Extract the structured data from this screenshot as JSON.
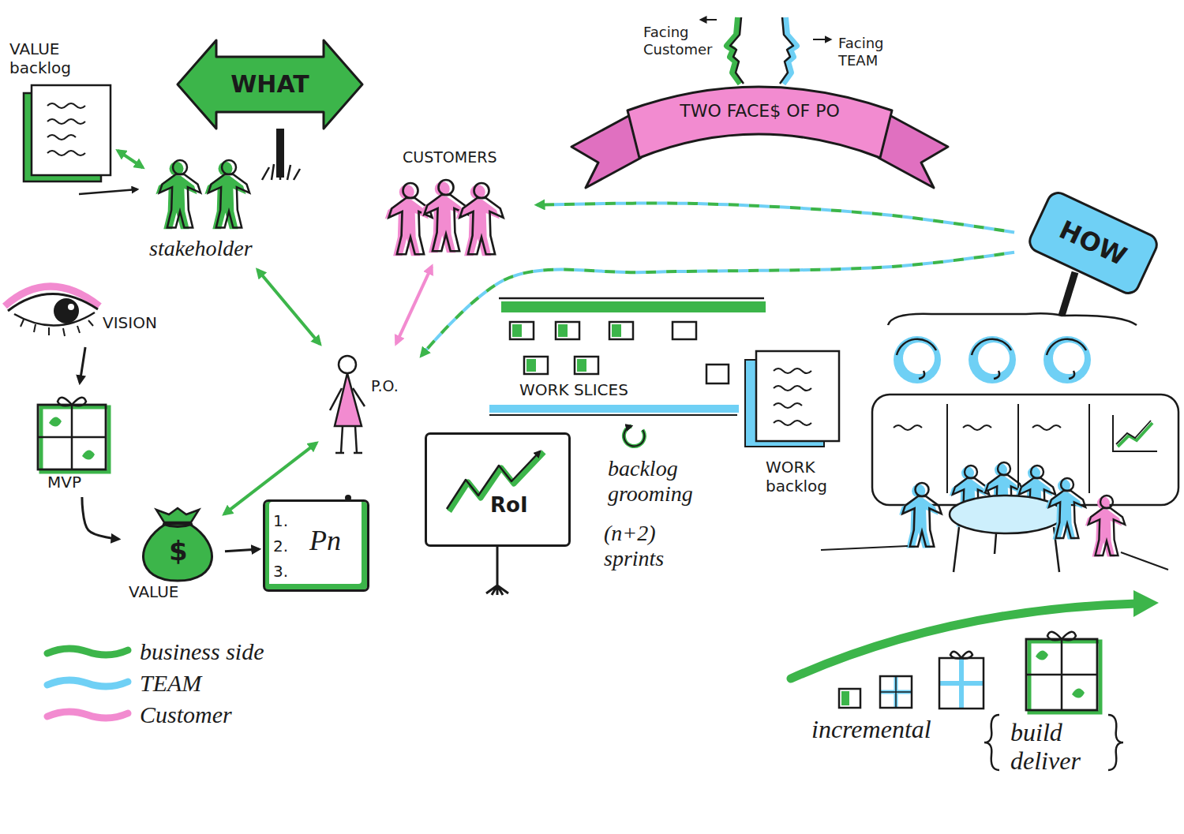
{
  "diagram": {
    "nodes": [
      {
        "text": [
          "VALUE backlog"
        ]
      },
      {
        "text": [
          "WHAT"
        ]
      },
      {
        "text": [
          "TWO FACE$ OF PO"
        ]
      },
      {
        "text": [
          "stakeholder"
        ]
      },
      {
        "text": [
          "CUSTOMERS"
        ]
      },
      {
        "text": [
          "HOW"
        ]
      },
      {
        "text": [
          "VISION"
        ]
      },
      {
        "text": [
          "P.O."
        ]
      },
      {
        "text": [
          "WORK SLICES"
        ]
      },
      {
        "text": [
          "MVP"
        ]
      },
      {
        "text": [
          "WORK backlog"
        ]
      },
      {
        "text": [
          "$",
          "VALUE"
        ]
      },
      {
        "text": [
          "1. 2. 3.",
          "Pn"
        ]
      },
      {
        "text": [
          "RoI"
        ]
      }
    ],
    "edges": [
      {
        "from": 0,
        "to": 3,
        "arrow": "both"
      },
      {
        "from": 3,
        "to": 7,
        "arrow": "both"
      },
      {
        "from": 7,
        "to": 4,
        "arrow": "both"
      },
      {
        "from": 5,
        "to": 4,
        "arrow": "to"
      },
      {
        "from": 5,
        "to": 7,
        "arrow": "to"
      },
      {
        "from": 7,
        "to": 11,
        "arrow": "both"
      },
      {
        "from": 6,
        "to": 9,
        "arrow": "to"
      },
      {
        "from": 9,
        "to": 11,
        "arrow": "to"
      },
      {
        "from": 11,
        "to": 12,
        "arrow": "to"
      }
    ],
    "labels": [
      "Facing Customer",
      "Facing TEAM",
      "backlog grooming",
      "(n+2) sprints",
      "incremental",
      "build deliver"
    ],
    "legend": [
      {
        "text": "business side",
        "color": "#3cb54a"
      },
      {
        "text": "TEAM",
        "color": "#6fd0f5"
      },
      {
        "text": "Customer",
        "color": "#f28bd0"
      }
    ]
  }
}
